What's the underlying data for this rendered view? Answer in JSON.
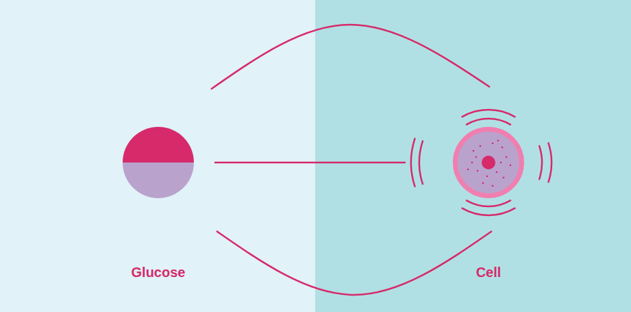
{
  "diagram": {
    "nodes": [
      {
        "text": [
          "Glucose"
        ]
      },
      {
        "text": [
          "Cell"
        ]
      }
    ],
    "edges": [
      {
        "from": 0,
        "to": 1,
        "arrow": "none"
      },
      {
        "from": 0,
        "to": 1,
        "arrow": "none"
      },
      {
        "from": 0,
        "to": 1,
        "arrow": "none"
      }
    ]
  }
}
